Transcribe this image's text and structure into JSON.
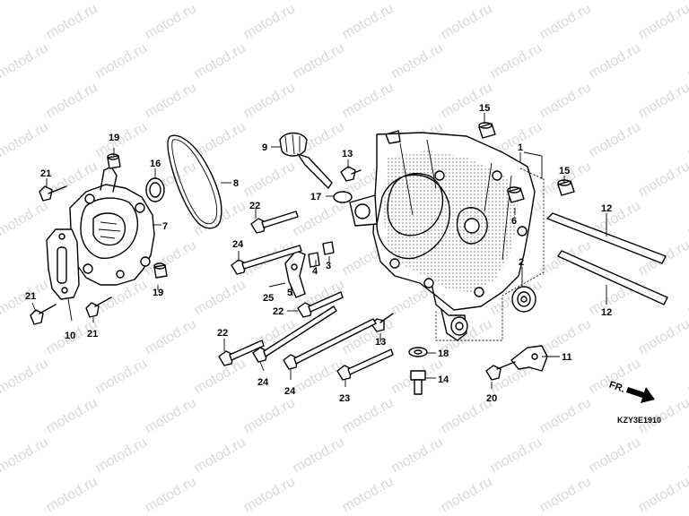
{
  "watermark": "motod.ru",
  "callouts": [
    "1",
    "2",
    "3",
    "4",
    "5",
    "6",
    "7",
    "8",
    "9",
    "10",
    "11",
    "12",
    "12",
    "13",
    "13",
    "14",
    "15",
    "15",
    "16",
    "17",
    "18",
    "19",
    "19",
    "20",
    "21",
    "21",
    "21",
    "22",
    "22",
    "22",
    "23",
    "24",
    "24",
    "24",
    "25"
  ],
  "direction_label": "FR.",
  "diagram_code": "KZY3E1910"
}
